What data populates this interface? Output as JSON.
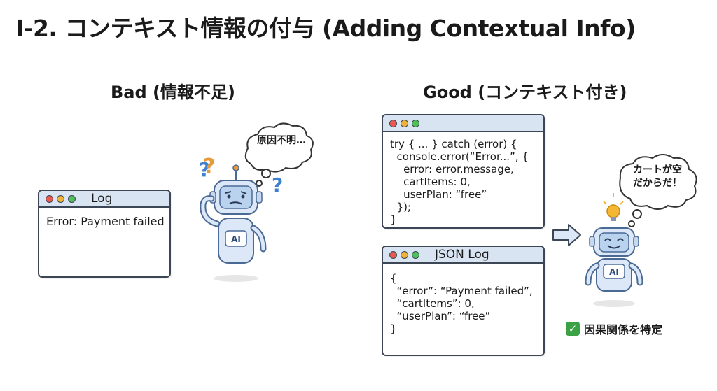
{
  "title": "I-2. コンテキスト情報の付与 (Adding Contextual Info)",
  "bad": {
    "label": "Bad (情報不足)",
    "window_title": "Log",
    "log_line": "Error: Payment failed",
    "thought": "原因不明…",
    "ai_badge": "AI",
    "marks": [
      "?",
      "?",
      "?"
    ]
  },
  "good": {
    "label": "Good (コンテキスト付き)",
    "code_window": {
      "lines": "try { ... } catch (error) {\n  console.error(“Error...”, {\n    error: error.message,\n    cartItems: 0,\n    userPlan: “free”\n  });\n}"
    },
    "json_window": {
      "title": "JSON Log",
      "lines": "{\n  “error”: “Payment failed”,\n  “cartItems”: 0,\n  “userPlan”: “free”\n}"
    },
    "thought": "カートが空\nだからだ！",
    "ai_badge": "AI",
    "result_icon": "✓",
    "result": "因果関係を特定"
  },
  "colors": {
    "window_border": "#3c4654",
    "titlebar": "#d9e4f2",
    "robot_body": "#dce8f7",
    "robot_outline": "#4a6a95",
    "question_blue": "#3f7fcf",
    "question_orange": "#e69a3b",
    "bulb": "#f5b731",
    "check": "#3aa245"
  }
}
